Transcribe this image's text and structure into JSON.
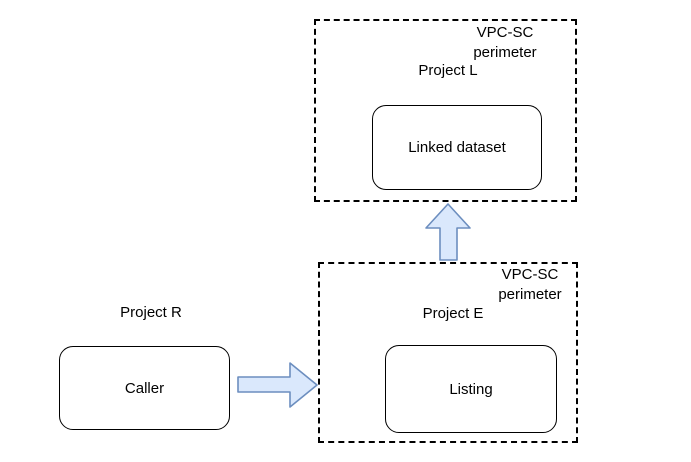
{
  "diagram": {
    "type": "architecture-diagram",
    "perimeters": {
      "top": {
        "label": "VPC-SC perimeter",
        "project_label": "Project L",
        "node_label": "Linked dataset"
      },
      "bottom": {
        "label": "VPC-SC perimeter",
        "project_label": "Project E",
        "node_label": "Listing"
      }
    },
    "external": {
      "project_label": "Project R",
      "node_label": "Caller"
    },
    "arrows": [
      {
        "direction": "right",
        "from": "Caller",
        "to": "VPC-SC perimeter (Project E)"
      },
      {
        "direction": "up",
        "from": "VPC-SC perimeter (Project E)",
        "to": "VPC-SC perimeter (Project L)"
      }
    ],
    "colors": {
      "arrow_fill": "#dae8fc",
      "arrow_stroke": "#6c8ebf",
      "line": "#000000",
      "background": "#ffffff",
      "text": "#000000"
    }
  }
}
